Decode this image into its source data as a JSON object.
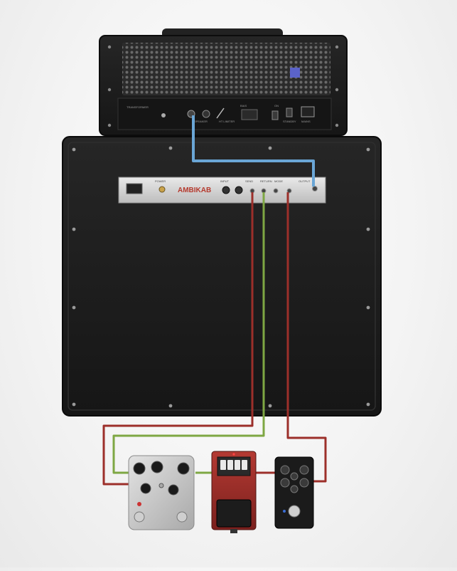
{
  "brand": {
    "logo_text": "AMBIKAB"
  },
  "head_panel": {
    "labels": [
      "TRANSFORMER",
      "SPEAKER",
      "HT LIMITER",
      "BIAS",
      "ON",
      "STANDBY",
      "MAINS"
    ]
  },
  "cab_panel": {
    "labels": [
      "POWER",
      "INPUT",
      "SEND",
      "RETURN",
      "MODE",
      "OUTPUT"
    ]
  },
  "colors": {
    "blue_cable": "#6aa6d6",
    "green_cable": "#7ea743",
    "red_cable": "#9c2f2a"
  }
}
